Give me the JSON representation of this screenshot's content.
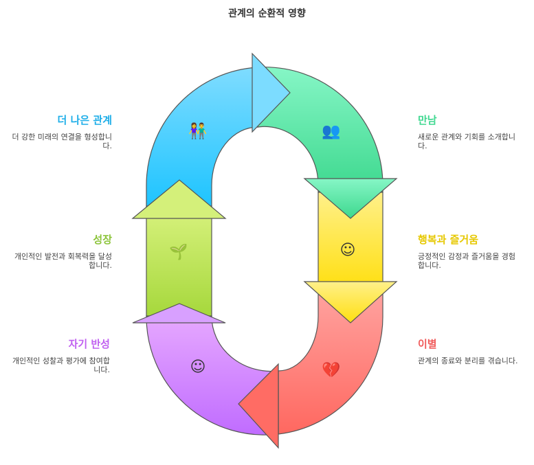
{
  "title": "관계의 순환적 영향",
  "stages": [
    {
      "title": "만남",
      "desc": "새로운 관계와 기회를 소개합니다.",
      "color": "#3fd890",
      "icon": "people-meeting-icon"
    },
    {
      "title": "행복과 즐거움",
      "desc": "긍정적인 감정과 즐거움을 경험합니다.",
      "color": "#e6c800",
      "icon": "happy-faces-icon"
    },
    {
      "title": "이별",
      "desc": "관계의 종료와 분리를 겪습니다.",
      "color": "#f05a5a",
      "icon": "broken-heart-icon"
    },
    {
      "title": "자기 반성",
      "desc": "개인적인 성찰과 평가에 참여합니다.",
      "color": "#c060f0",
      "icon": "head-thinking-icon"
    },
    {
      "title": "성장",
      "desc": "개인적인 발전과 회복력을 달성합니다.",
      "color": "#8cc43a",
      "icon": "plant-growth-icon"
    },
    {
      "title": "더 나은 관계",
      "desc": "더 강한 미래의 연결을 형성합니다.",
      "color": "#1eaee8",
      "icon": "couple-icon"
    }
  ]
}
